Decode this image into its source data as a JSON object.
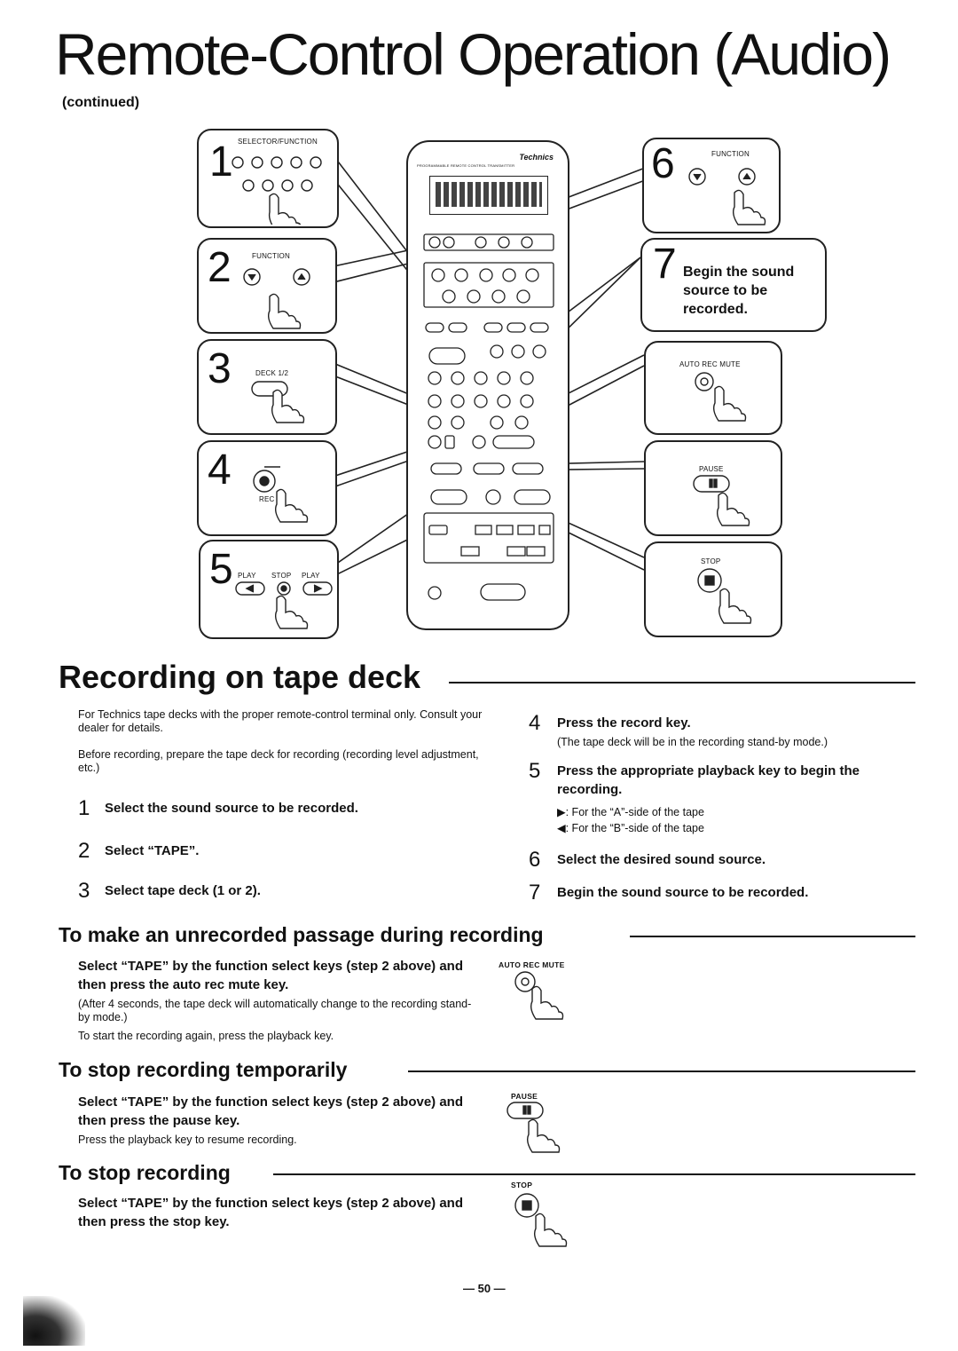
{
  "header": {
    "title": "Remote-Control Operation (Audio)",
    "continued": "(continued)"
  },
  "figure": {
    "remote": {
      "brand": "Technics",
      "subtitle": "PROGRAMMABLE REMOTE CONTROL TRANSMITTER"
    },
    "box1": {
      "num": "1",
      "label": "SELECTOR/FUNCTION"
    },
    "box2": {
      "num": "2",
      "label": "FUNCTION"
    },
    "box3": {
      "num": "3",
      "label": "DECK 1/2"
    },
    "box4": {
      "num": "4",
      "label": "REC"
    },
    "box5": {
      "num": "5",
      "labels": [
        "PLAY",
        "STOP",
        "PLAY"
      ]
    },
    "box6": {
      "num": "6",
      "label": "FUNCTION"
    },
    "box7": {
      "num": "7",
      "text": "Begin the sound source to be recorded."
    },
    "box_auto": {
      "label": "AUTO REC MUTE"
    },
    "box_pause": {
      "label": "PAUSE"
    },
    "box_stop": {
      "label": "STOP"
    }
  },
  "section_recording": {
    "heading": "Recording on tape deck",
    "intro1": "For Technics tape decks with the proper remote-control terminal only. Consult your dealer for details.",
    "intro2": "Before recording, prepare the tape deck for recording (recording level adjustment, etc.)",
    "steps_left": [
      {
        "num": "1",
        "text": "Select the sound source to be recorded."
      },
      {
        "num": "2",
        "text": "Select “TAPE”."
      },
      {
        "num": "3",
        "text": "Select tape deck (1 or 2)."
      }
    ],
    "step4": {
      "num": "4",
      "text": "Press the record key.",
      "note": "(The tape deck will be in the recording stand-by mode.)"
    },
    "step5": {
      "num": "5",
      "text": "Press the appropriate playback key to begin the recording.",
      "noteA": "▶: For the “A”-side of the tape",
      "noteB": "◀: For the “B”-side of the tape"
    },
    "step6": {
      "num": "6",
      "text": "Select the desired sound source."
    },
    "step7": {
      "num": "7",
      "text": "Begin the sound source to be recorded."
    }
  },
  "section_unrecorded": {
    "heading": "To make an unrecorded passage during recording",
    "bold": "Select “TAPE” by the function select keys (step 2 above) and then press the auto rec mute key.",
    "note1": "(After 4 seconds, the tape deck will automatically change to the recording stand-by mode.)",
    "note2": "To start the recording again, press the playback key.",
    "icon_label": "AUTO REC MUTE"
  },
  "section_temp": {
    "heading": "To stop recording temporarily",
    "bold": "Select “TAPE” by the function select keys (step 2 above) and then press the pause key.",
    "note": "Press the playback key to resume recording.",
    "icon_label": "PAUSE"
  },
  "section_stop": {
    "heading": "To stop recording",
    "bold": "Select “TAPE” by the function select keys (step 2 above) and then press the stop key.",
    "icon_label": "STOP"
  },
  "footer": {
    "page": "— 50 —"
  }
}
